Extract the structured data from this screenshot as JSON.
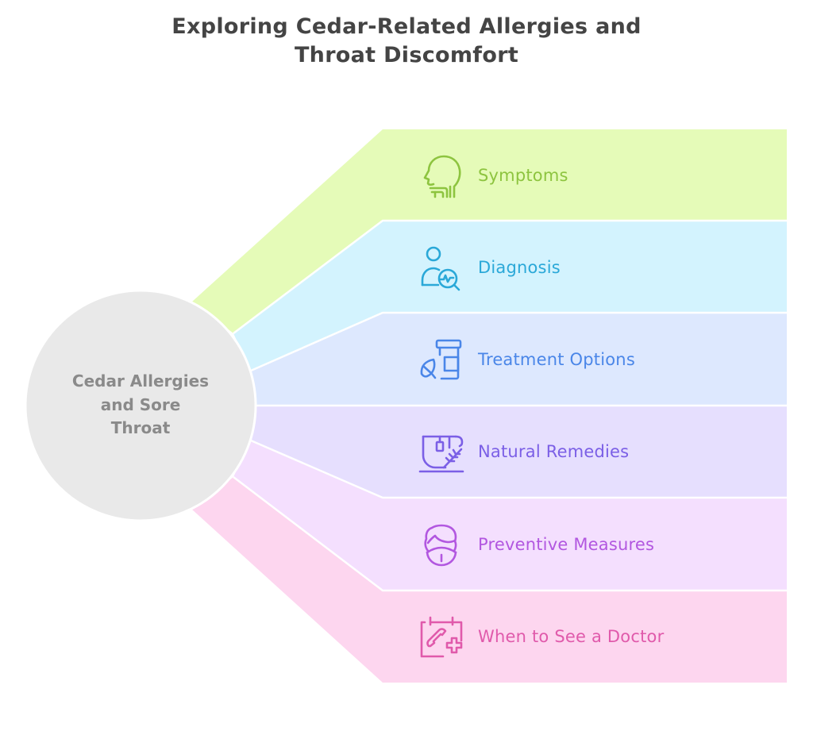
{
  "title": {
    "line1": "Exploring Cedar-Related Allergies and",
    "line2": "Throat Discomfort"
  },
  "center": {
    "line1": "Cedar Allergies",
    "line2": "and Sore",
    "line3": "Throat",
    "fill": "#e9e9e9",
    "text_color": "#8a8a8a"
  },
  "items": [
    {
      "label": "Symptoms",
      "icon": "head-throat-icon",
      "bg": "#e5fbb8",
      "fg": "#8dc43f"
    },
    {
      "label": "Diagnosis",
      "icon": "person-magnifier-pulse-icon",
      "bg": "#d3f3fe",
      "fg": "#2aa8d8"
    },
    {
      "label": "Treatment Options",
      "icon": "pill-bottle-leaf-icon",
      "bg": "#dde8fe",
      "fg": "#4a86e8"
    },
    {
      "label": "Natural Remedies",
      "icon": "herbal-tea-cup-icon",
      "bg": "#e6dffe",
      "fg": "#7b5fe6"
    },
    {
      "label": "Preventive Measures",
      "icon": "face-mask-person-icon",
      "bg": "#f4dffe",
      "fg": "#b257e0"
    },
    {
      "label": "When to See a Doctor",
      "icon": "calendar-phone-medical-icon",
      "bg": "#fdd6ef",
      "fg": "#e05aab"
    }
  ]
}
